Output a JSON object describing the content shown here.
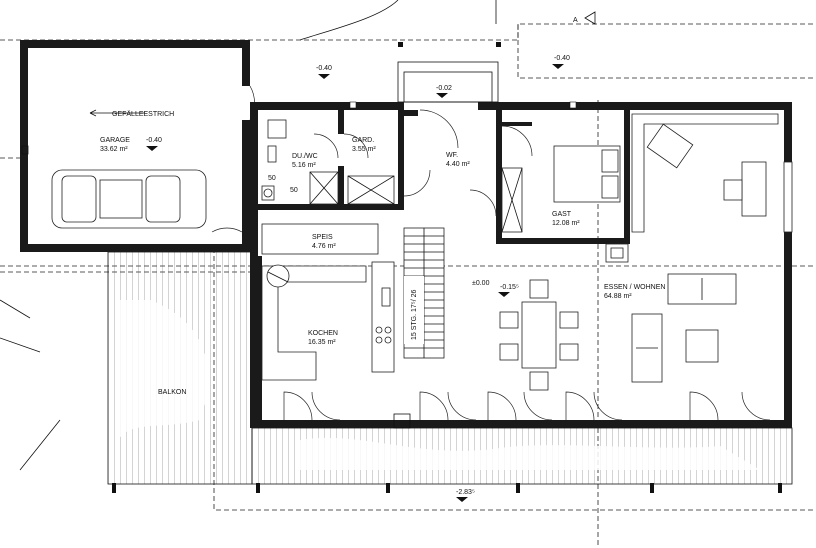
{
  "rooms": {
    "garage": {
      "name": "GARAGE",
      "area": "33.62 m²",
      "level": "-0.40",
      "note": "GEFÄLLEESTRICH"
    },
    "du_wc": {
      "name": "DU./WC",
      "area": "5.16 m²"
    },
    "gard": {
      "name": "GARD.",
      "area": "3.55 m²"
    },
    "wf": {
      "name": "WF.",
      "area": "4.40 m²"
    },
    "gast": {
      "name": "GAST",
      "area": "12.08 m²"
    },
    "speis": {
      "name": "SPEIS",
      "area": "4.76 m²"
    },
    "kochen": {
      "name": "KOCHEN",
      "area": "16.35 m²"
    },
    "essen_wohnen": {
      "name": "ESSEN / WOHNEN",
      "area": "64.88 m²"
    },
    "balkon": {
      "name": "BALKON"
    }
  },
  "levels": {
    "entry_outer": "-0.40",
    "entry_porch": "-0.02",
    "top_right": "-0.40",
    "ground_zero": "±0.00",
    "living": "-0.15⁵",
    "bottom": "-2.83⁵"
  },
  "stair": {
    "label": "15 STG. 17⁵/ 26"
  },
  "marks": {
    "dim_50_a": "50",
    "dim_50_b": "50",
    "section": "A"
  }
}
